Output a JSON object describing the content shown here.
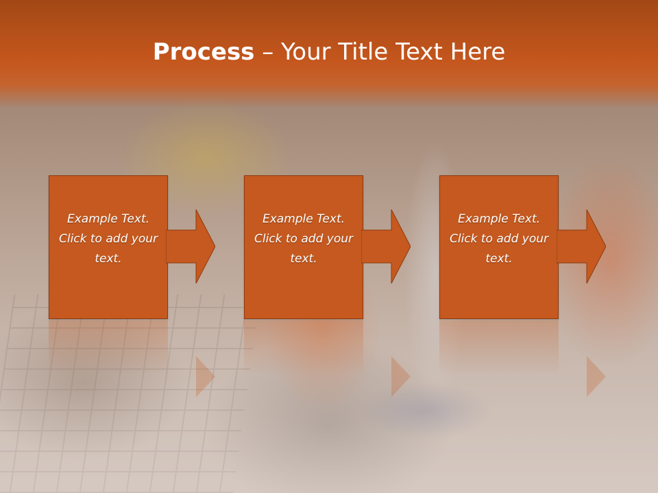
{
  "slide": {
    "title_bold": "Process",
    "title_rest": " – Your Title Text Here",
    "steps": [
      {
        "text": "Example Text. Click  to add your text."
      },
      {
        "text": "Example Text. Click  to add your text."
      },
      {
        "text": "Example Text. Click  to add your text."
      }
    ]
  },
  "colors": {
    "accent": "#c5591f",
    "title_bar": "#c4561d",
    "border": "#8e3a0e",
    "text": "#ffffff"
  }
}
